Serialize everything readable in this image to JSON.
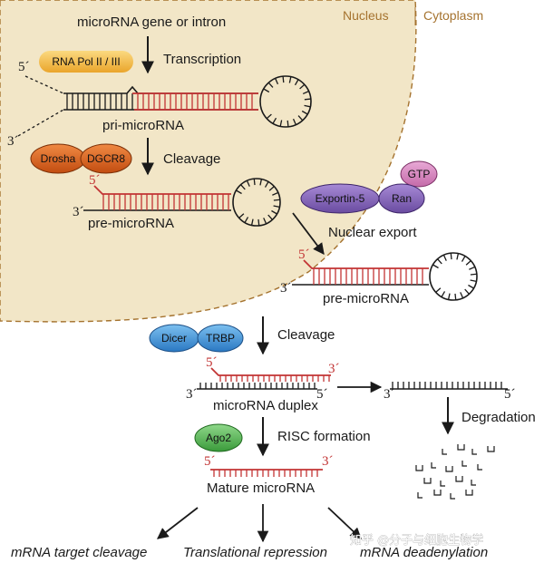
{
  "regions": {
    "nucleus": "Nucleus",
    "cytoplasm": "Cytoplasm"
  },
  "steps": {
    "gene": "microRNA gene or intron",
    "transcription": "Transcription",
    "pri": "pri-microRNA",
    "cleavage1": "Cleavage",
    "pre1": "pre-microRNA",
    "export": "Nuclear export",
    "pre2": "pre-microRNA",
    "cleavage2": "Cleavage",
    "duplex": "microRNA duplex",
    "degradation": "Degradation",
    "risc": "RISC formation",
    "mature": "Mature microRNA"
  },
  "proteins": {
    "polymerase": "RNA Pol II / III",
    "drosha": "Drosha",
    "dgcr8": "DGCR8",
    "exportin": "Exportin-5",
    "ran": "Ran",
    "gtp": "GTP",
    "dicer": "Dicer",
    "trbp": "TRBP",
    "ago2": "Ago2"
  },
  "outcomes": {
    "cleavage": "mRNA target cleavage",
    "repression": "Translational repression",
    "deadenylation": "mRNA deadenylation"
  },
  "ends": {
    "five": "5´",
    "three": "3´"
  },
  "watermark": "知乎 @分子与细胞生物学",
  "colors": {
    "nucleus_fill": "#f2e6c7",
    "nucleus_border": "#a5732f",
    "rna_red": "#c23434",
    "rna_black": "#1a1a1a",
    "polymerase": "#f2b945",
    "drosha": "#d9601a",
    "exportin": "#8566b8",
    "gtp": "#c46aa9",
    "dicer": "#3b8fd6",
    "ago2": "#4bb04b"
  }
}
